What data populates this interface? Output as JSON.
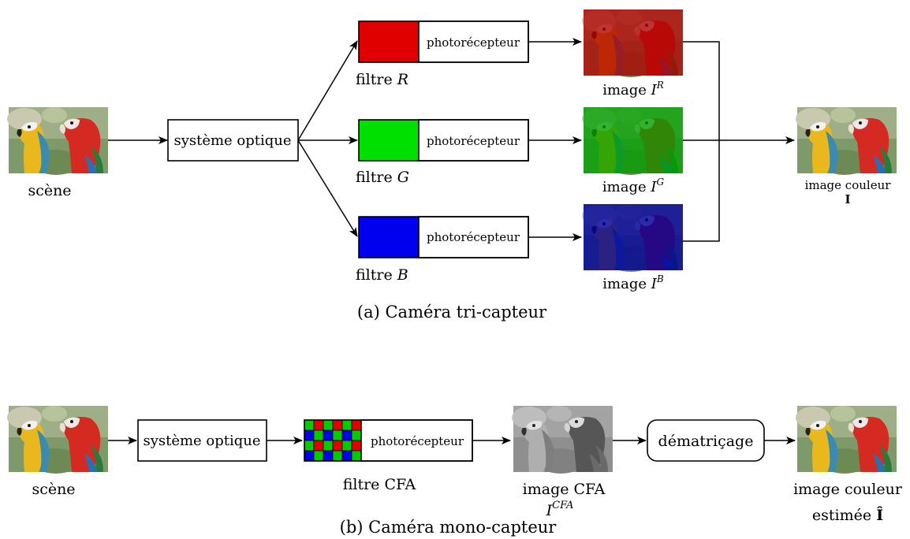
{
  "top": {
    "scene_label": "scène",
    "optics_label": "système optique",
    "filters": [
      {
        "name": "filtre ",
        "var": "R",
        "sensor": "photorécepteur",
        "color": "#e00000"
      },
      {
        "name": "filtre ",
        "var": "G",
        "sensor": "photorécepteur",
        "color": "#00e000"
      },
      {
        "name": "filtre ",
        "var": "B",
        "sensor": "photorécepteur",
        "color": "#0000ee"
      }
    ],
    "images": [
      {
        "name": "image ",
        "base": "I",
        "sup": "R",
        "tint": "#b00000"
      },
      {
        "name": "image ",
        "base": "I",
        "sup": "G",
        "tint": "#00a000"
      },
      {
        "name": "image ",
        "base": "I",
        "sup": "B",
        "tint": "#00009a"
      }
    ],
    "output_line1": "image couleur",
    "output_line2": "I",
    "caption": "(a) Caméra tri-capteur"
  },
  "bottom": {
    "scene_label": "scène",
    "optics_label": "système optique",
    "sensor_label": "photorécepteur",
    "filter_label": "filtre CFA",
    "cfa_colors": {
      "red": "#e00000",
      "green": "#00cc00",
      "blue": "#0000ee"
    },
    "cfa_image_line1": "image CFA",
    "cfa_image_base": "I",
    "cfa_image_sup": "CFA",
    "demosaic_label": "dématriçage",
    "output_line1": "image couleur",
    "output_line2": "estimée ",
    "output_symbol": "Î",
    "caption": "(b) Caméra mono-capteur"
  }
}
